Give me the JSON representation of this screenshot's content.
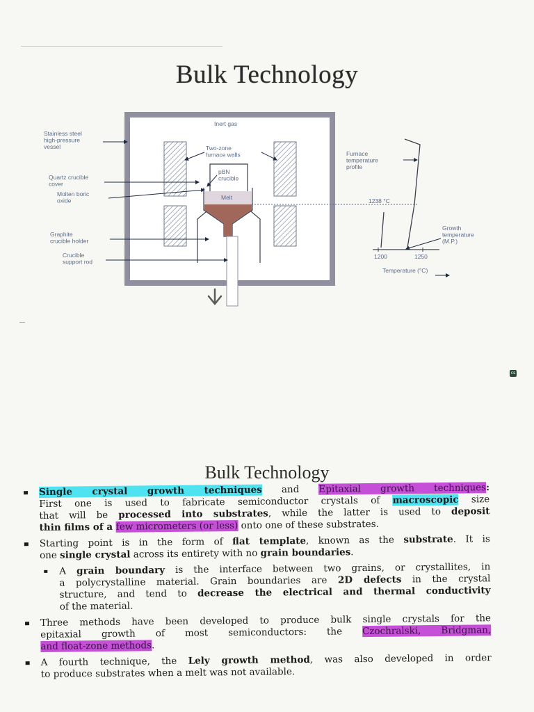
{
  "slide1": {
    "title": "Bulk Technology",
    "diagram": {
      "top_label": "Inert gas",
      "left_labels": {
        "vessel": [
          "Stainless steel",
          "high-pressure",
          "vessel"
        ],
        "quartz": [
          "Quartz crucible",
          "cover"
        ],
        "boric": [
          "Molten boric",
          "oxide"
        ],
        "graphite": [
          "Graphite",
          "crucible holder"
        ],
        "rod": [
          "Crucible",
          "support rod"
        ]
      },
      "inner_labels": {
        "walls": [
          "Two-zone",
          "furnace walls"
        ],
        "pbn": [
          "pBN",
          "crucible"
        ],
        "melt": "Melt"
      },
      "right_labels": {
        "profile": [
          "Furnace",
          "temperature",
          "profile"
        ],
        "temp_1238": "1238 °C",
        "growth": [
          "Growth",
          "temperature",
          "(M.P.)"
        ],
        "tick_1200": "1200",
        "tick_1250": "1250",
        "axis": "Temperature (°C)"
      }
    }
  },
  "cs_mark": "cs",
  "slide2": {
    "title": "Bulk Technology",
    "bullets": [
      {
        "level": 1,
        "lines": [
          [
            {
              "t": "Single crystal growth techniques",
              "b": true,
              "hl": "cyan"
            },
            {
              "t": " and "
            },
            {
              "t": "Epitaxial growth techniques",
              "hl": "magenta"
            },
            {
              "t": ":",
              "b": true
            }
          ],
          [
            {
              "t": "First one is used to fabricate semiconductor crystals of "
            },
            {
              "t": "macroscopic",
              "b": true,
              "hl": "cyan"
            },
            {
              "t": " size"
            }
          ],
          [
            {
              "t": "that will be "
            },
            {
              "t": "processed into substrates",
              "b": true
            },
            {
              "t": ", while the latter is used to "
            },
            {
              "t": "deposit",
              "b": true
            }
          ],
          [
            {
              "t": "thin films of a ",
              "b": true
            },
            {
              "t": "few micrometers (or less)",
              "hl": "magenta"
            },
            {
              "t": " onto one of these substrates."
            }
          ]
        ]
      },
      {
        "level": 1,
        "lines": [
          [
            {
              "t": "Starting point is in the form of "
            },
            {
              "t": "flat template",
              "b": true
            },
            {
              "t": ", known as the "
            },
            {
              "t": "substrate",
              "b": true
            },
            {
              "t": ". It is"
            }
          ],
          [
            {
              "t": "one "
            },
            {
              "t": "single crystal",
              "b": true
            },
            {
              "t": " across its entirety with no "
            },
            {
              "t": "grain boundaries",
              "b": true
            },
            {
              "t": "."
            }
          ]
        ]
      },
      {
        "level": 2,
        "lines": [
          [
            {
              "t": "A "
            },
            {
              "t": "grain boundary",
              "b": true
            },
            {
              "t": " is the interface between two grains, or crystallites, in"
            }
          ],
          [
            {
              "t": "a polycrystalline material. Grain boundaries are "
            },
            {
              "t": "2D defects",
              "b": true
            },
            {
              "t": " in the crystal"
            }
          ],
          [
            {
              "t": "structure, and tend to "
            },
            {
              "t": "decrease the electrical and thermal conductivity",
              "b": true
            }
          ],
          [
            {
              "t": "of the material."
            }
          ]
        ]
      },
      {
        "level": 1,
        "lines": [
          [
            {
              "t": "Three methods have been developed to produce bulk single crystals for the"
            }
          ],
          [
            {
              "t": "epitaxial growth of most semiconductors: the "
            },
            {
              "t": "Czochralski, Bridgman,",
              "hl": "magenta"
            }
          ],
          [
            {
              "t": "and float-zone methods",
              "hl": "magenta"
            },
            {
              "t": "."
            }
          ]
        ]
      },
      {
        "level": 1,
        "lines": [
          [
            {
              "t": "A fourth technique, the "
            },
            {
              "t": "Lely growth method",
              "b": true
            },
            {
              "t": ", was also developed in order"
            }
          ],
          [
            {
              "t": "to produce substrates when a melt was not available."
            }
          ]
        ]
      }
    ]
  }
}
